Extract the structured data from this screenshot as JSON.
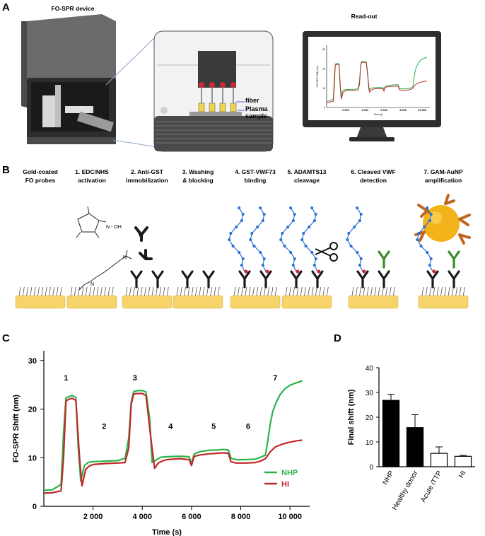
{
  "panels": {
    "a": "A",
    "b": "B",
    "c": "C",
    "d": "D"
  },
  "panel_a": {
    "device_title": "FO-SPR device",
    "readout_title": "Read-out",
    "fiber_label": "fiber",
    "plasma_label": "Plasma\nsample"
  },
  "panel_b": {
    "steps": [
      "Gold-coated\nFO probes",
      "1. EDC/NHS\nactivation",
      "2. Anti-GST\nimmobilization",
      "3. Washing\n& blocking",
      "4. GST-VWF73\nbinding",
      "5. ADAMTS13\ncleavage",
      "6. Cleaved VWF\ndetection",
      "7. GAM-AuNP\namplification"
    ],
    "molecule_labels": {
      "oh": "N - OH",
      "n": "N",
      "n2": "N"
    }
  },
  "chart_data": [
    {
      "type": "line",
      "xlabel": "Time (s)",
      "ylabel": "FO-SPR Shift (nm)",
      "xlim": [
        0,
        10800
      ],
      "ylim": [
        0,
        32
      ],
      "xticks": [
        2000,
        4000,
        6000,
        8000,
        10000
      ],
      "xtick_labels": [
        "2 000",
        "4 000",
        "6 000",
        "8 000",
        "10 000"
      ],
      "yticks": [
        0,
        10,
        20,
        30
      ],
      "ytick_labels": [
        "0",
        "10",
        "20",
        "30"
      ],
      "legend_placement": "bottom-right",
      "annotations": [
        {
          "text": "1",
          "x": 900,
          "y": 26.5
        },
        {
          "text": "2",
          "x": 2450,
          "y": 16.5
        },
        {
          "text": "3",
          "x": 3700,
          "y": 26.5
        },
        {
          "text": "4",
          "x": 5150,
          "y": 16.5
        },
        {
          "text": "5",
          "x": 6900,
          "y": 16.5
        },
        {
          "text": "6",
          "x": 8300,
          "y": 16.5
        },
        {
          "text": "7",
          "x": 9400,
          "y": 26.5
        }
      ],
      "series": [
        {
          "name": "NHP",
          "color": "#2bb34a",
          "x": [
            0,
            350,
            700,
            800,
            900,
            1000,
            1150,
            1300,
            1400,
            1500,
            1650,
            1800,
            2000,
            2500,
            3000,
            3300,
            3450,
            3550,
            3650,
            3800,
            4000,
            4150,
            4300,
            4400,
            4550,
            4750,
            5000,
            5500,
            5900,
            6000,
            6100,
            6200,
            6400,
            6700,
            7000,
            7300,
            7500,
            7600,
            7800,
            8200,
            8600,
            8800,
            9000,
            9100,
            9200,
            9300,
            9450,
            9600,
            9800,
            10000,
            10200,
            10500
          ],
          "y": [
            3.3,
            3.4,
            4.5,
            15,
            22.3,
            22.5,
            22.8,
            22.4,
            12,
            5.2,
            8.4,
            9.0,
            9.2,
            9.3,
            9.4,
            9.9,
            14,
            21.5,
            23.6,
            23.8,
            23.8,
            23.5,
            18,
            9.0,
            9.5,
            10.1,
            10.2,
            10.3,
            10.2,
            8.8,
            10.7,
            11.0,
            11.3,
            11.5,
            11.6,
            11.7,
            11.6,
            9.9,
            9.6,
            9.6,
            9.7,
            10.1,
            10.5,
            13.5,
            17,
            19.5,
            21.5,
            23,
            24.2,
            24.9,
            25.3,
            25.8
          ]
        },
        {
          "name": "HI",
          "color": "#c0282b",
          "x": [
            0,
            350,
            700,
            800,
            900,
            1000,
            1150,
            1300,
            1450,
            1550,
            1700,
            1850,
            2000,
            2500,
            3000,
            3300,
            3450,
            3550,
            3650,
            3800,
            4000,
            4150,
            4350,
            4500,
            4650,
            4850,
            5000,
            5500,
            5900,
            6000,
            6100,
            6200,
            6400,
            6700,
            7000,
            7300,
            7500,
            7600,
            7800,
            8200,
            8600,
            8800,
            9000,
            9200,
            9400,
            9700,
            10000,
            10300,
            10500
          ],
          "y": [
            2.7,
            2.8,
            3.2,
            10,
            21.6,
            22.0,
            22.2,
            21.8,
            10,
            4.2,
            7.6,
            8.3,
            8.6,
            8.8,
            8.9,
            9.0,
            12,
            21,
            23.1,
            23.2,
            23.2,
            22.8,
            14,
            7.8,
            8.9,
            9.4,
            9.6,
            9.8,
            9.6,
            8.4,
            10.2,
            10.4,
            10.6,
            10.8,
            10.9,
            11.0,
            10.9,
            9.2,
            8.9,
            8.9,
            9.0,
            9.3,
            9.8,
            11.2,
            12.2,
            12.8,
            13.2,
            13.5,
            13.6
          ]
        }
      ]
    },
    {
      "type": "bar",
      "ylabel": "Final shift (nm)",
      "categories": [
        "NHP",
        "Healthy donor",
        "Acute iTTP",
        "HI"
      ],
      "values": [
        26.8,
        15.8,
        5.4,
        4.2
      ],
      "errors": [
        2.4,
        5.2,
        2.6,
        0.4
      ],
      "fills": [
        "#000000",
        "#000000",
        "#ffffff",
        "#ffffff"
      ],
      "ylim": [
        0,
        40
      ],
      "yticks": [
        0,
        10,
        20,
        30,
        40
      ],
      "ytick_labels": [
        "0",
        "10",
        "20",
        "30",
        "40"
      ]
    }
  ],
  "readout_chart": {
    "xtick_labels": [
      "2 000",
      "4 000",
      "6 000",
      "8 000",
      "10 000"
    ],
    "ytick_labels": [
      "0",
      "10",
      "20",
      "30"
    ],
    "xlabel": "Time (s)",
    "ylabel": "FO-SPR Shift (nm)"
  },
  "colors": {
    "gold": "#f7d46a",
    "antibody": "#1a1a1a",
    "chain": "#2a6fd6",
    "cleaved_site": "#e02020",
    "detection_ab": "#3a8a2a",
    "aunp": "#f2b41a",
    "gam_ab": "#c0651e",
    "device_grey": "#3b3b3b"
  }
}
